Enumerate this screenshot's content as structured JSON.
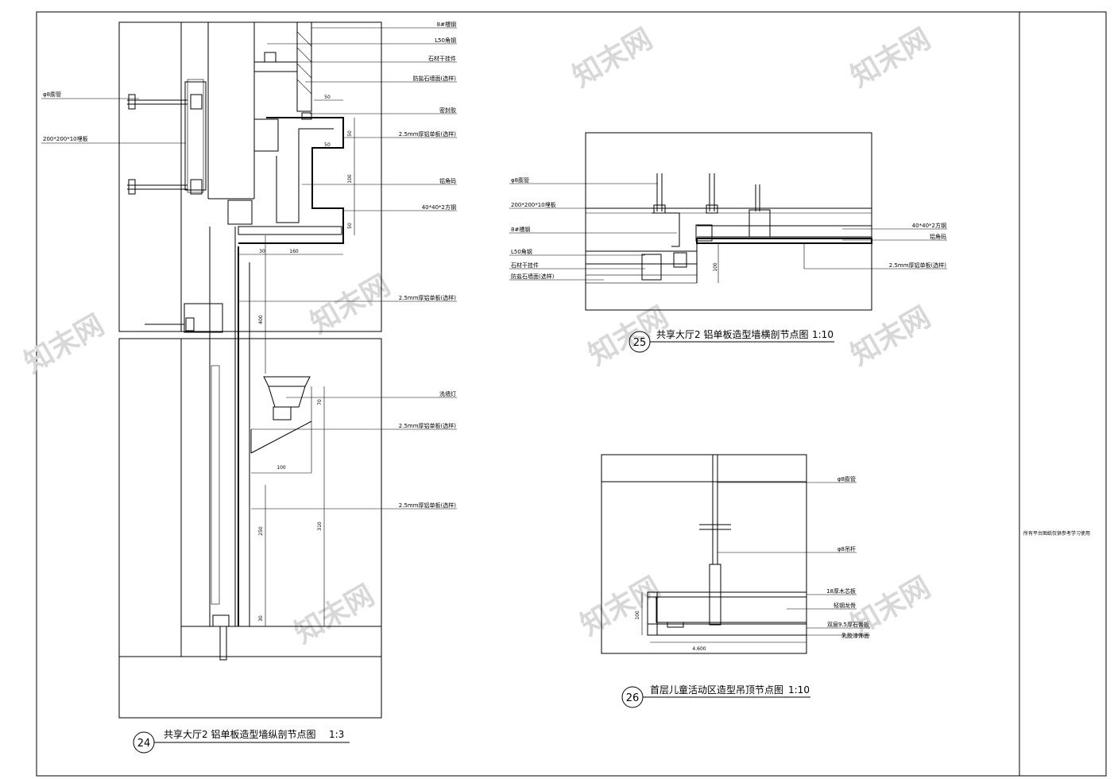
{
  "watermark": "知末网",
  "side_note": "所有平台图纸仅供参考学习使用",
  "detail24": {
    "number": "24",
    "title": "共享大厅2 铝单板造型墙纵剖节点图",
    "scale": "1:3",
    "labels": [
      "8#槽钢",
      "L50角钢",
      "石材干挂件",
      "防盐石墙面(选样)",
      "φ8膨管",
      "200*200*10埋板",
      "密封胶",
      "2.5mm厚铝单板(选样)",
      "铝角码",
      "40*40*2方钢",
      "2.5mm厚铝单板(选样)",
      "洗墙灯",
      "2.5mm厚铝单板(选样)",
      "2.5mm厚铝单板(选样)"
    ],
    "dims": [
      "50",
      "50",
      "50",
      "100",
      "50",
      "30",
      "160",
      "400",
      "70",
      "100",
      "250",
      "310",
      "30"
    ]
  },
  "detail25": {
    "number": "25",
    "title": "共享大厅2 铝单板造型墙横剖节点图",
    "scale": "1:10",
    "labels_left": [
      "φ8膨管",
      "200*200*10埋板",
      "8#槽钢",
      "L50角钢",
      "石材干挂件",
      "防盐石墙面(选样)"
    ],
    "labels_right": [
      "40*40*2方钢",
      "铝角码",
      "2.5mm厚铝单板(选样)"
    ],
    "dims": [
      "100"
    ]
  },
  "detail26": {
    "number": "26",
    "title": "首层儿童活动区造型吊顶节点图",
    "scale": "1:10",
    "labels": [
      "φ8膨管",
      "φ8吊杆",
      "18厚木芯板",
      "轻钢龙骨",
      "双层9.5厚石膏板",
      "乳胶漆饰面"
    ],
    "dims": [
      "100",
      "4.600"
    ]
  }
}
